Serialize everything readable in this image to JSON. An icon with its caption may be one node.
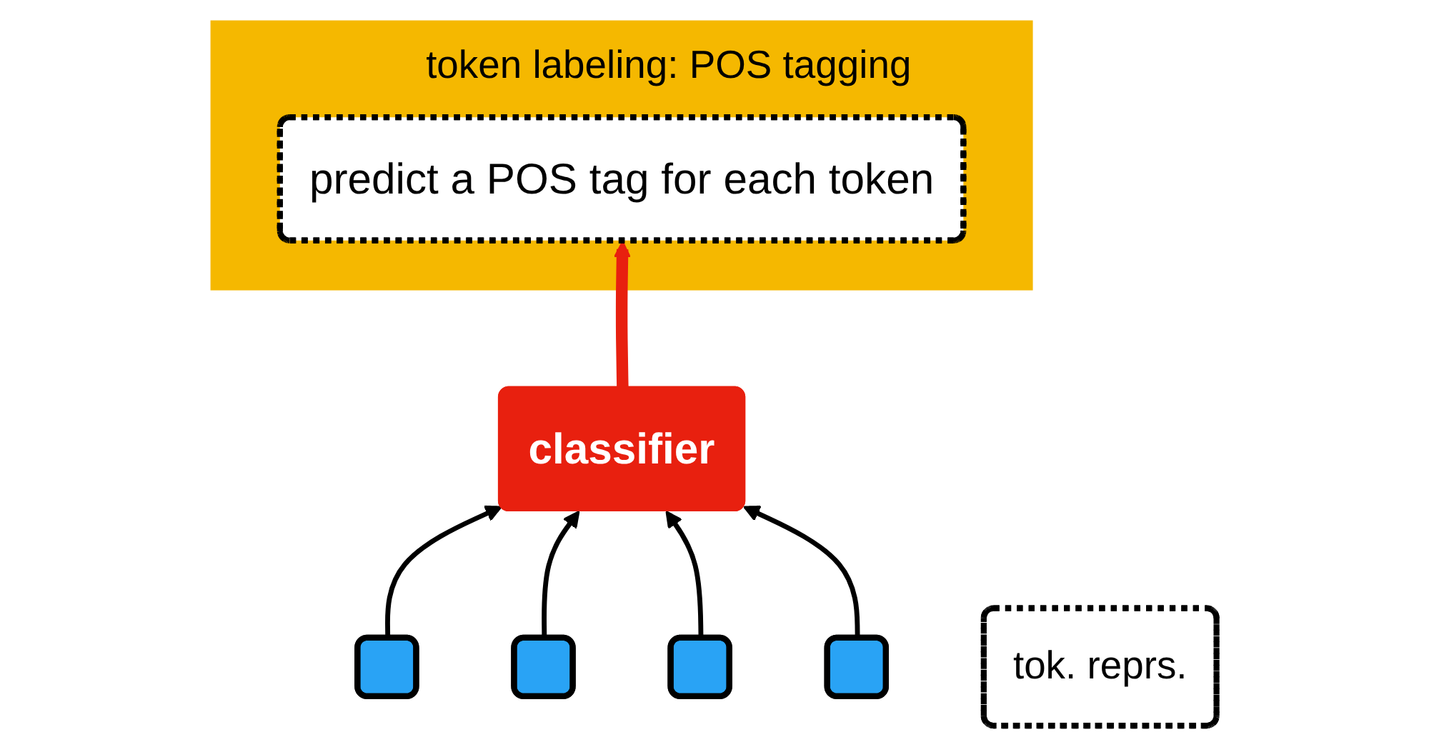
{
  "diagram": {
    "nodes": [
      {
        "text": [
          "token labeling: POS tagging"
        ]
      },
      {
        "text": [
          "predict a POS tag for each token"
        ],
        "in": 0
      },
      {
        "text": [
          "classifier"
        ]
      },
      {
        "text": [],
        "shape": "box"
      },
      {
        "text": [],
        "shape": "box"
      },
      {
        "text": [],
        "shape": "box"
      },
      {
        "text": [],
        "shape": "box"
      },
      {
        "text": [
          "tok. reprs."
        ]
      }
    ],
    "edges": [
      {
        "from": 2,
        "to": 1,
        "arrow": "to",
        "style": "thick",
        "color": "#e8200f"
      },
      {
        "from": 3,
        "to": 2,
        "arrow": "to"
      },
      {
        "from": 4,
        "to": 2,
        "arrow": "to"
      },
      {
        "from": 5,
        "to": 2,
        "arrow": "to"
      },
      {
        "from": 6,
        "to": 2,
        "arrow": "to"
      }
    ]
  }
}
